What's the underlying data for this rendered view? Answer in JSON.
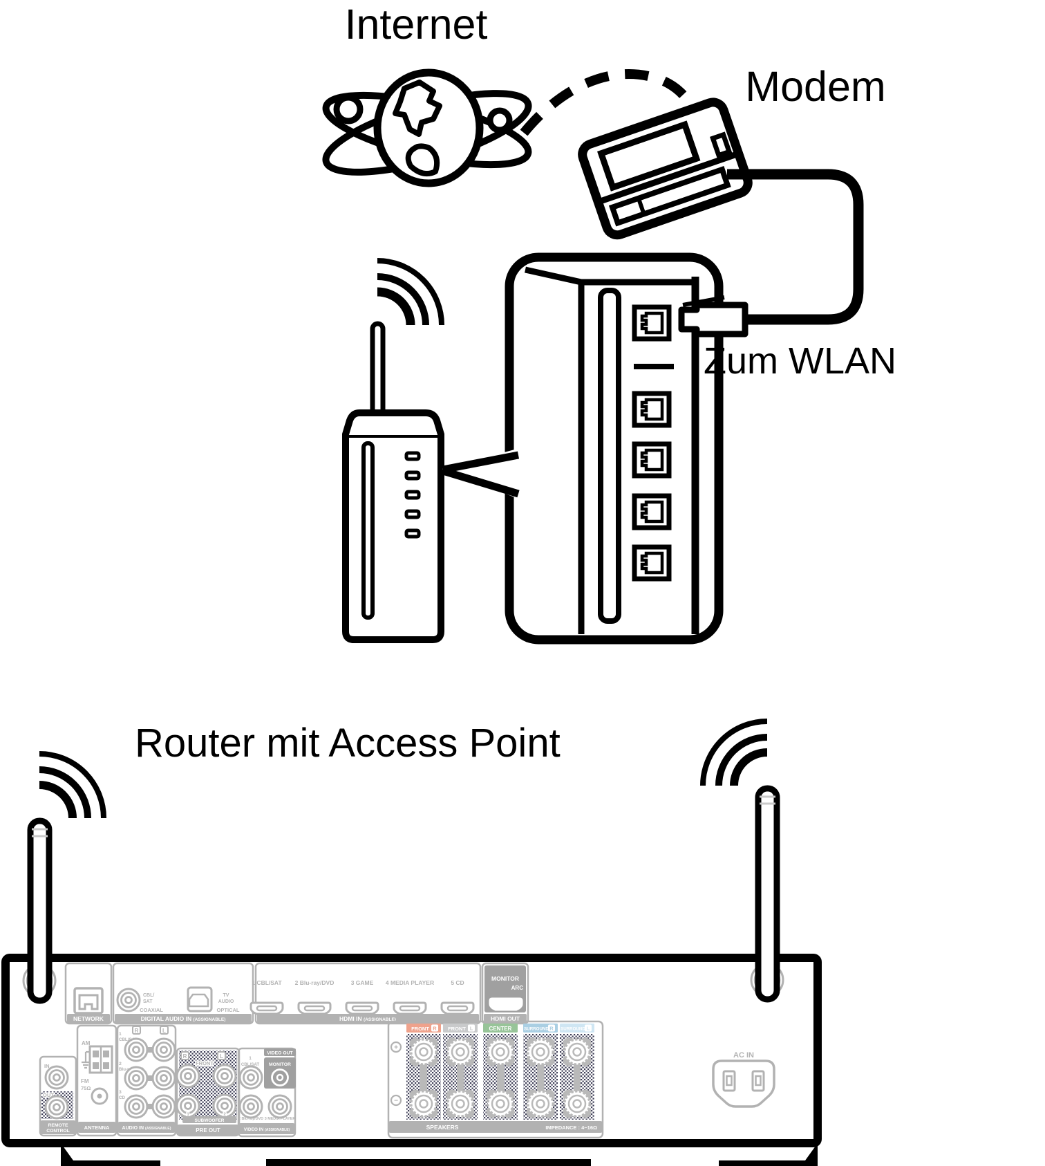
{
  "labels": {
    "internet": "Internet",
    "modem": "Modem",
    "zum_wlan": "Zum WLAN",
    "router": "Router mit Access Point"
  },
  "rx": {
    "network_bar": "NETWORK",
    "da_bar": "DIGITAL AUDIO IN ",
    "da_asgn": "(ASSIGNABLE)",
    "da_cbl": "CBL/",
    "da_sat": "SAT",
    "da_coax": "COAXIAL",
    "da_tv": "TV",
    "da_audio": "AUDIO",
    "da_opt": "OPTICAL",
    "hdmi_bar": "HDMI IN ",
    "hdmi_asgn": "(ASSIGNABLE)",
    "hdmi_inputs": [
      "1 CBL/SAT",
      "2 Blu-ray/DVD",
      "3 GAME",
      "4 MEDIA PLAYER",
      "5 CD"
    ],
    "mon": "MONITOR",
    "arc": "ARC",
    "hdmi_out": "HDMI OUT",
    "rc_in": "IN",
    "rc_out": "OUT",
    "rc1": "REMOTE",
    "rc2": "CONTROL",
    "ant_am": "AM",
    "ant_fm": "FM",
    "ant_ohm": "75Ω",
    "ant_bar": "ANTENNA",
    "ai_r": "R",
    "ai_l": "L",
    "ai_rows": [
      {
        "n": "1",
        "t": "CBL/SAT"
      },
      {
        "n": "2",
        "t": "Blu-ray/DVD"
      },
      {
        "n": "3",
        "t": "CD"
      }
    ],
    "ai_bar": "AUDIO IN ",
    "ai_asgn": "(ASSIGNABLE)",
    "po_r": "R",
    "po_l": "L",
    "po_front": "FRONT",
    "po_1": "1",
    "po_2": "2",
    "po_sub": "SUBWOOFER",
    "po_bar": "PRE OUT",
    "vid_out": "VIDEO OUT",
    "vid_mon": "MONITOR",
    "vid_1": "1",
    "vid_1t": "CBL/SAT",
    "vid_2": "2 Blu-ray/DVD",
    "vid_3": "3 MEDIA PLAYER",
    "vid_bar": "VIDEO IN ",
    "vid_asgn": "(ASSIGNABLE)",
    "spk_chips": [
      {
        "text": "FRONT",
        "ch": "R",
        "color": "#efa28c"
      },
      {
        "text": "FRONT",
        "ch": "L",
        "color": "#c9cacb"
      },
      {
        "text": "CENTER",
        "ch": "",
        "color": "#97c498"
      },
      {
        "text": "SURROUND",
        "ch": "R",
        "color": "#aacfe3"
      },
      {
        "text": "SURROUND",
        "ch": "L",
        "color": "#cfe6f3"
      }
    ],
    "spk_bar": "SPEAKERS",
    "spk_imp": "IMPEDANCE : 4~16Ω",
    "spk_plus": "+",
    "spk_minus": "−",
    "ac_in": "AC IN"
  },
  "colors": {
    "line": "#000000",
    "panel_gray": "#b2b2b2",
    "dark_gray": "#a0a0a0",
    "front_r": "#efa28c",
    "front_l": "#c9cacb",
    "center": "#97c498",
    "surround_r": "#aacfe3",
    "surround_l": "#cfe6f3"
  }
}
